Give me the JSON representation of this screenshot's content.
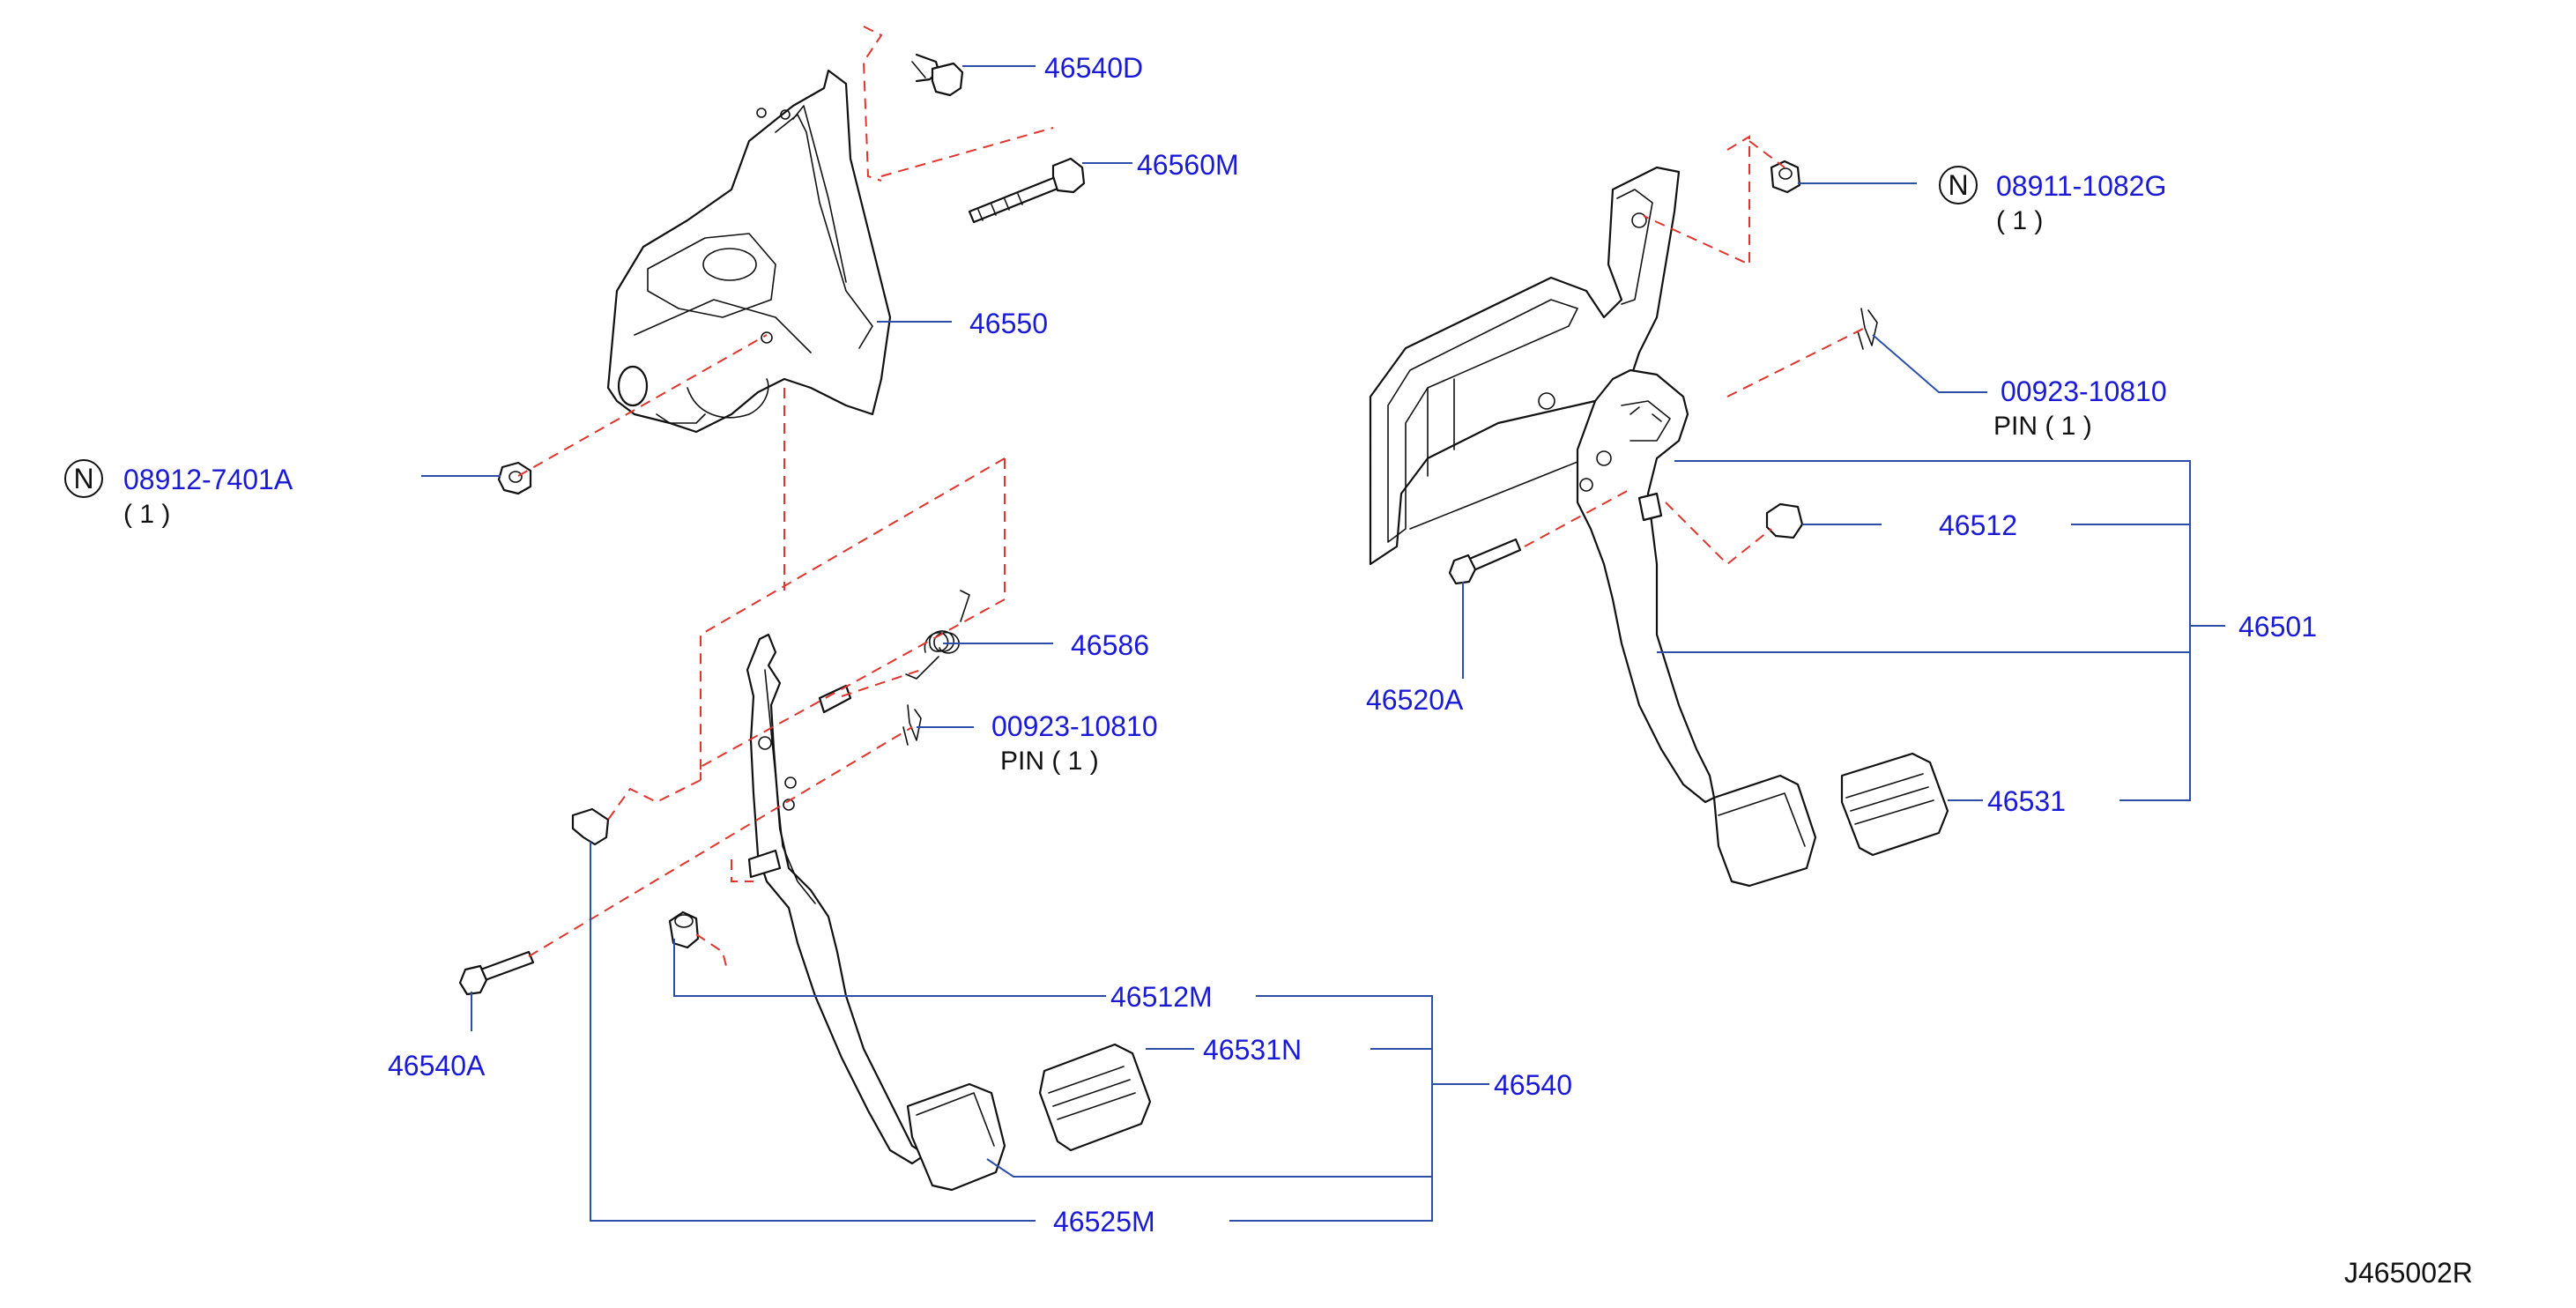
{
  "labels": {
    "l46540D": "46540D",
    "l46560M": "46560M",
    "l46550": "46550",
    "l08912": "08912-7401A",
    "l08912qty": "( 1 )",
    "l46586": "46586",
    "l00923a": "00923-10810",
    "l00923a_sub": "PIN ( 1 )",
    "l46540A": "46540A",
    "l46512M": "46512M",
    "l46531N": "46531N",
    "l46540": "46540",
    "l46525M": "46525M",
    "l08911": "08911-1082G",
    "l08911qty": "( 1 )",
    "l00923b": "00923-10810",
    "l00923b_sub": "PIN ( 1 )",
    "l46512": "46512",
    "l46501": "46501",
    "l46520A": "46520A",
    "l46531": "46531",
    "n_mark": "N",
    "diagram_code": "J465002R"
  },
  "colors": {
    "part_number": "#1a1ad6",
    "leader_line": "#2b4fa8",
    "dashed_guide": "#e0342c",
    "outline": "#111111"
  }
}
